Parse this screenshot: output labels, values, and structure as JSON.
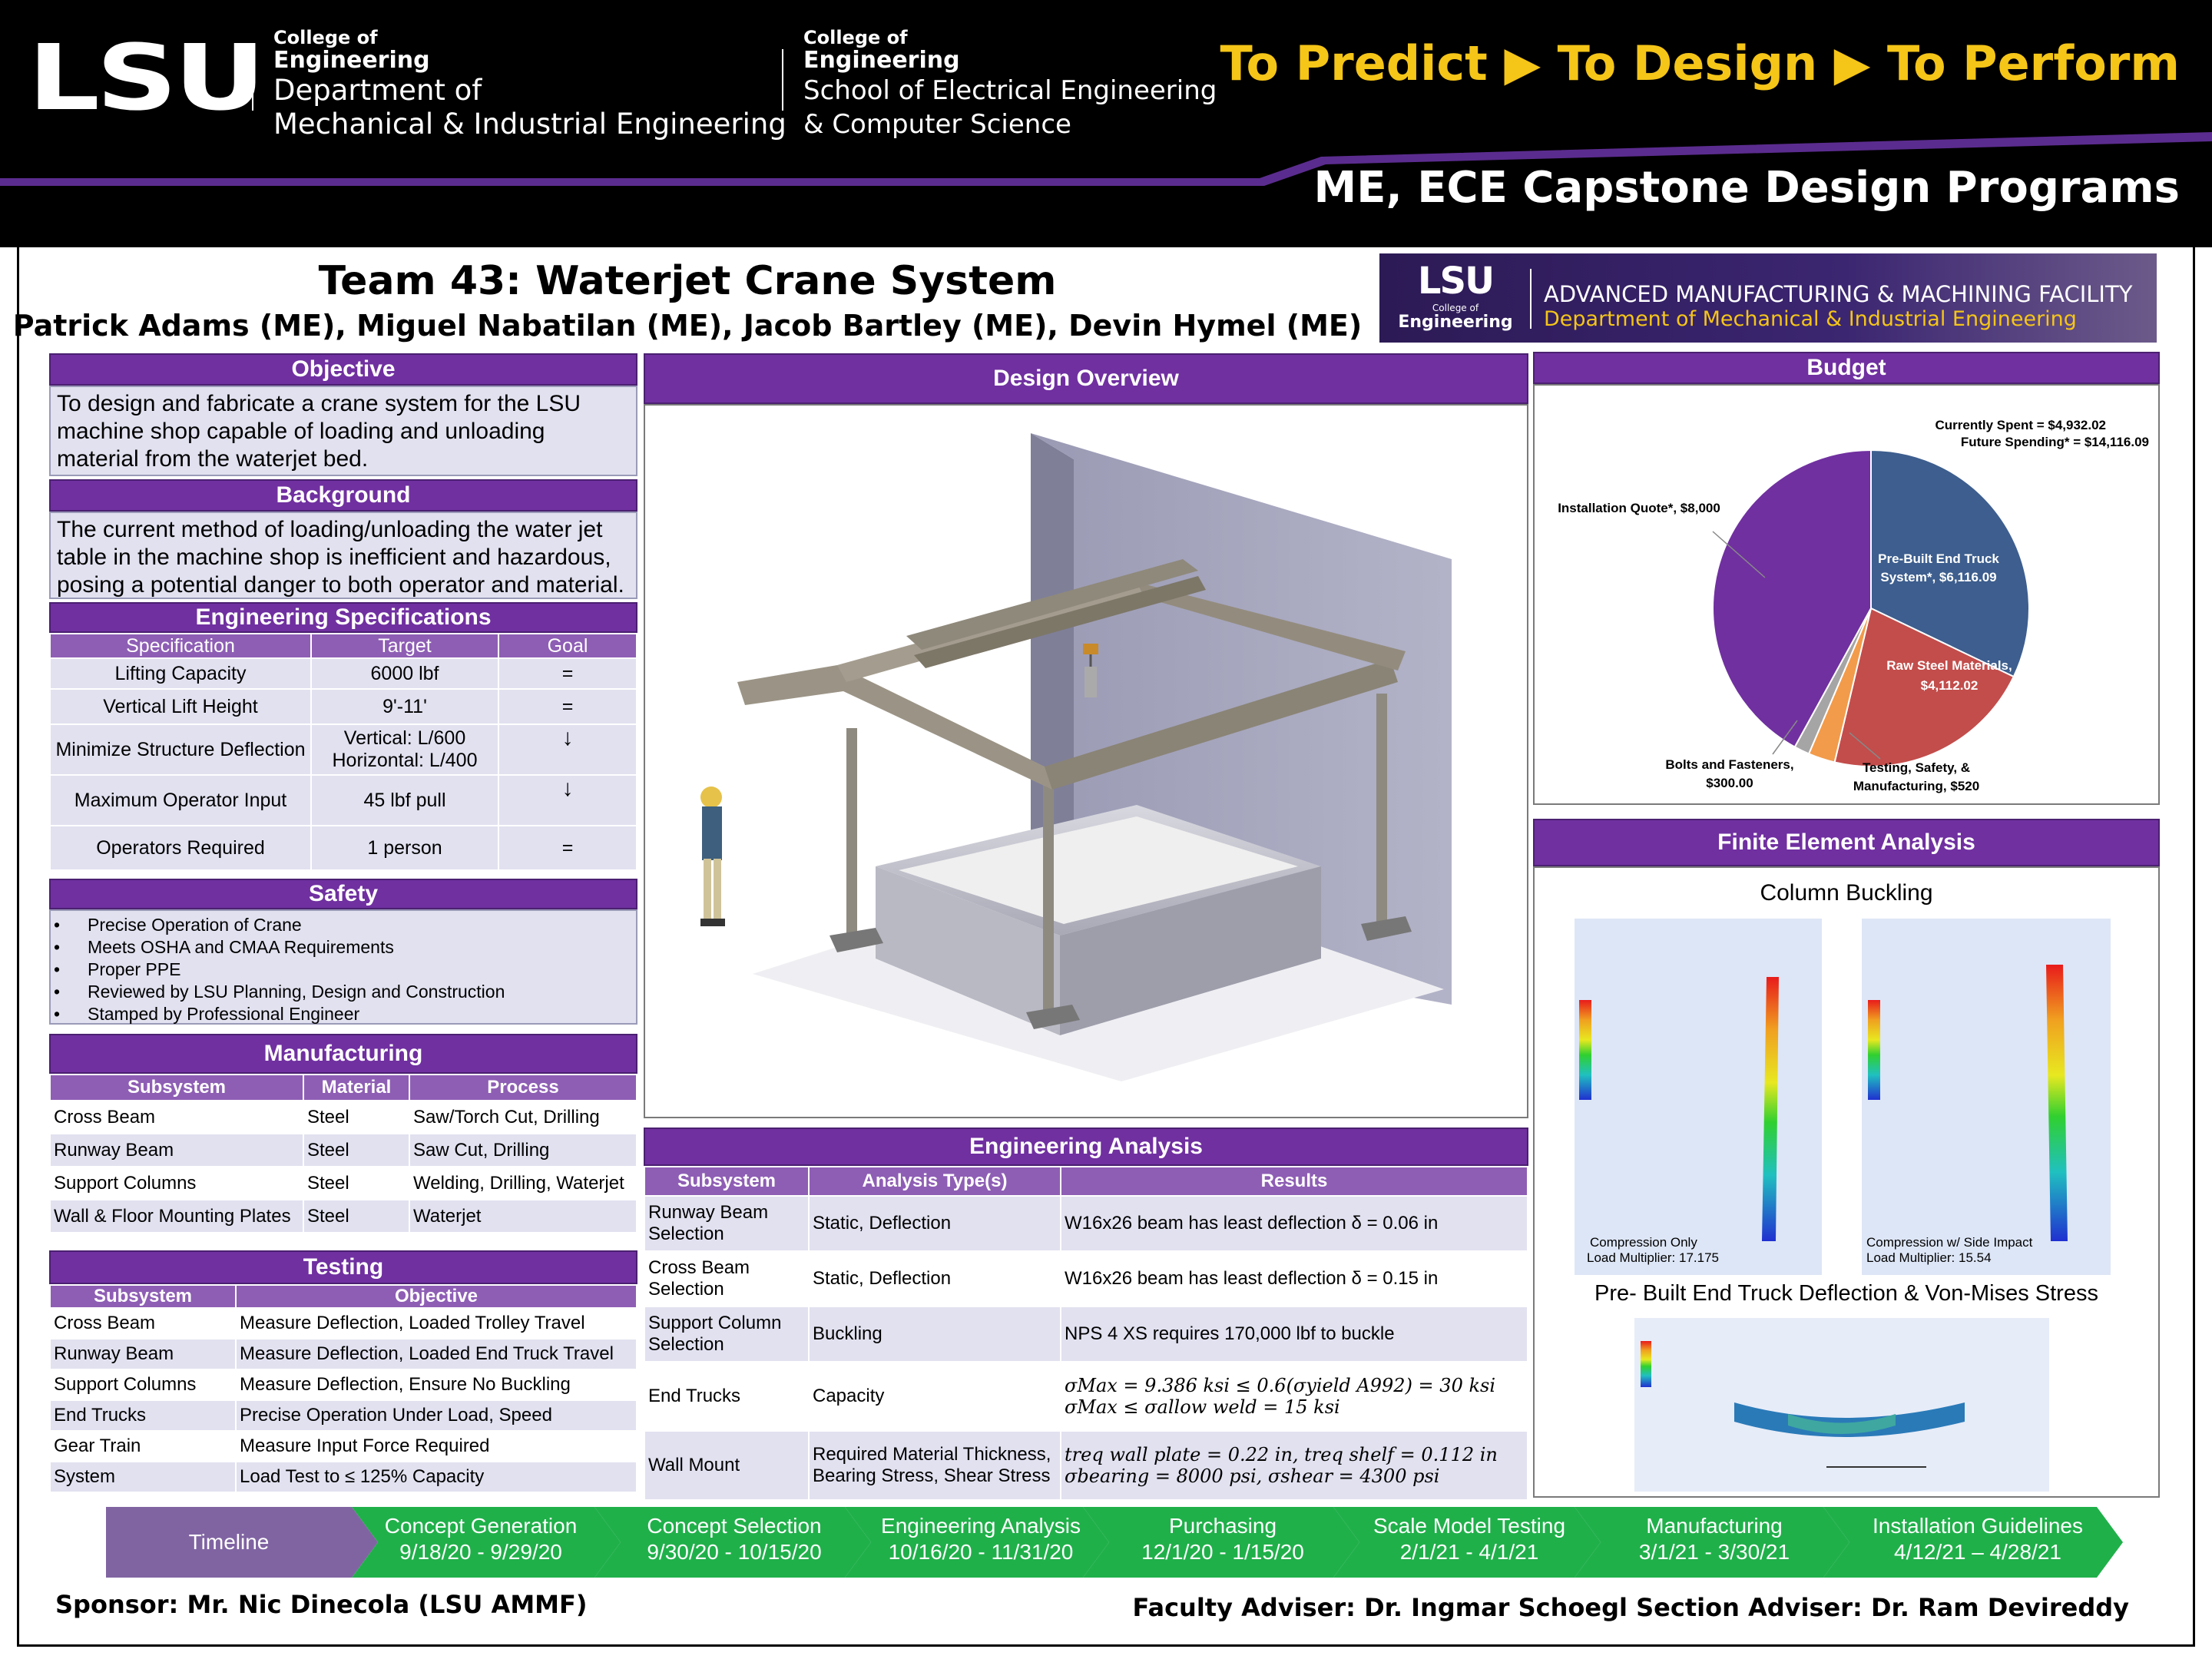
{
  "header": {
    "logo": "LSU",
    "col1": {
      "small": "College of",
      "eng": "Engineering",
      "dept1": "Department of",
      "dept2": "Mechanical & Industrial Engineering"
    },
    "col2": {
      "small": "College of",
      "eng": "Engineering",
      "dept1": "School of Electrical Engineering",
      "dept2": "& Computer Science"
    },
    "tagline": "To Predict ▶ To Design ▶ To Perform",
    "programs": "ME, ECE Capstone Design Programs",
    "accent": "#5B2C8F",
    "tagline_color": "#F5C518"
  },
  "title": {
    "team": "Team 43: Waterjet Crane System",
    "members": "Patrick Adams (ME), Miguel Nabatilan (ME), Jacob Bartley (ME), Devin Hymel (ME)"
  },
  "ammf": {
    "logo": "LSU",
    "college": "College of",
    "engineering": "Engineering",
    "line1": "ADVANCED MANUFACTURING & MACHINING FACILITY",
    "line2": "Department of Mechanical & Industrial Engineering"
  },
  "objective": {
    "heading": "Objective",
    "text": "To design and fabricate a crane system for the LSU machine shop capable of loading and unloading material from the waterjet bed."
  },
  "background": {
    "heading": "Background",
    "text": "The current method of loading/unloading the water jet table in the machine shop is inefficient and hazardous, posing a potential danger to both operator and material."
  },
  "specs": {
    "heading": "Engineering Specifications",
    "columns": [
      "Specification",
      "Target",
      "Goal"
    ],
    "rows": [
      {
        "spec": "Lifting Capacity",
        "target": "6000 lbf",
        "goal": "="
      },
      {
        "spec": "Vertical Lift Height",
        "target": "9'-11'",
        "goal": "="
      },
      {
        "spec": "Minimize Structure Deflection",
        "target": "Vertical: L/600",
        "target2": "Horizontal: L/400",
        "goal": "↓"
      },
      {
        "spec": "Maximum Operator Input",
        "target": "45 lbf pull",
        "goal": "↓"
      },
      {
        "spec": "Operators Required",
        "target": "1 person",
        "goal": "="
      }
    ]
  },
  "safety": {
    "heading": "Safety",
    "items": [
      "Precise Operation of Crane",
      "Meets OSHA and CMAA Requirements",
      "Proper PPE",
      "Reviewed by LSU Planning, Design and Construction",
      "Stamped by Professional Engineer"
    ]
  },
  "manufacturing": {
    "heading": "Manufacturing",
    "columns": [
      "Subsystem",
      "Material",
      "Process"
    ],
    "rows": [
      {
        "subsystem": "Cross Beam",
        "material": "Steel",
        "process": "Saw/Torch Cut, Drilling"
      },
      {
        "subsystem": "Runway Beam",
        "material": "Steel",
        "process": "Saw Cut, Drilling"
      },
      {
        "subsystem": "Support Columns",
        "material": "Steel",
        "process": "Welding, Drilling, Waterjet"
      },
      {
        "subsystem": "Wall & Floor Mounting Plates",
        "material": "Steel",
        "process": "Waterjet"
      }
    ]
  },
  "testing": {
    "heading": "Testing",
    "columns": [
      "Subsystem",
      "Objective"
    ],
    "rows": [
      {
        "subsystem": "Cross Beam",
        "objective": "Measure Deflection, Loaded Trolley Travel"
      },
      {
        "subsystem": "Runway Beam",
        "objective": "Measure Deflection, Loaded End Truck Travel"
      },
      {
        "subsystem": "Support Columns",
        "objective": "Measure Deflection, Ensure No Buckling"
      },
      {
        "subsystem": "End Trucks",
        "objective": "Precise Operation Under Load, Speed"
      },
      {
        "subsystem": "Gear Train",
        "objective": "Measure Input Force Required"
      },
      {
        "subsystem": "System",
        "objective": "Load Test to ≤ 125% Capacity"
      }
    ]
  },
  "design": {
    "heading": "Design Overview"
  },
  "analysis": {
    "heading": "Engineering Analysis",
    "columns": [
      "Subsystem",
      "Analysis Type(s)",
      "Results"
    ],
    "rows": [
      {
        "subsystem": "Runway Beam Selection",
        "type": "Static, Deflection",
        "result": "W16x26 beam has least deflection δ = 0.06 in"
      },
      {
        "subsystem": "Cross Beam Selection",
        "type": "Static, Deflection",
        "result": "W16x26 beam has least deflection δ = 0.15 in"
      },
      {
        "subsystem": "Support Column Selection",
        "type": "Buckling",
        "result": "NPS 4 XS requires 170,000 lbf to buckle"
      },
      {
        "subsystem": "End Trucks",
        "type": "Capacity",
        "result": "σMax = 9.386 ksi ≤ 0.6(σyield A992) = 30 ksi",
        "result2": "σMax ≤ σallow weld = 15 ksi"
      },
      {
        "subsystem": "Wall Mount",
        "type": "Required Material Thickness, Bearing Stress, Shear Stress",
        "result": "treq wall plate = 0.22 in, treq shelf = 0.112 in",
        "result2": "σbearing = 8000 psi, σshear = 4300 psi"
      }
    ]
  },
  "budget": {
    "heading": "Budget",
    "spent": "Currently Spent = $4,932.02",
    "future": "Future Spending* = $14,116.09",
    "chart_data": {
      "type": "pie",
      "slices": [
        {
          "label": "Pre-Built End Truck System*, $6,116.09",
          "value": 6116.09,
          "color": "#3D5E8E"
        },
        {
          "label": "Raw Steel Materials, $4,112.02",
          "value": 4112.02,
          "color": "#C24D4B"
        },
        {
          "label": "Testing, Safety, & Manufacturing, $520",
          "value": 520,
          "color": "#F29B4B"
        },
        {
          "label": "Bolts and Fasteners, $300.00",
          "value": 300,
          "color": "#A5A5A5"
        },
        {
          "label": "Installation Quote*, $8,000",
          "value": 8000,
          "color": "#7030A0"
        }
      ]
    }
  },
  "fea": {
    "heading": "Finite Element Analysis",
    "column_title": "Column Buckling",
    "left_caption1": "Compression Only",
    "left_caption2": "Load Multiplier: 17.175",
    "right_caption1": "Compression w/ Side Impact",
    "right_caption2": "Load Multiplier: 15.54",
    "endtruck_title": "Pre- Built End Truck Deflection & Von-Mises Stress"
  },
  "timeline": {
    "label": "Timeline",
    "items": [
      {
        "title": "Concept Generation",
        "dates": "9/18/20 - 9/29/20"
      },
      {
        "title": "Concept Selection",
        "dates": "9/30/20 - 10/15/20"
      },
      {
        "title": "Engineering Analysis",
        "dates": "10/16/20 - 11/31/20"
      },
      {
        "title": "Purchasing",
        "dates": "12/1/20 - 1/15/20"
      },
      {
        "title": "Scale Model Testing",
        "dates": "2/1/21 - 4/1/21"
      },
      {
        "title": "Manufacturing",
        "dates": "3/1/21 - 3/30/21"
      },
      {
        "title": "Installation Guidelines",
        "dates": "4/12/21 – 4/28/21"
      }
    ]
  },
  "footer": {
    "sponsor": "Sponsor: Mr. Nic Dinecola (LSU AMMF)",
    "advisers": "Faculty Adviser: Dr. Ingmar Schoegl   Section Adviser: Dr. Ram Devireddy"
  }
}
